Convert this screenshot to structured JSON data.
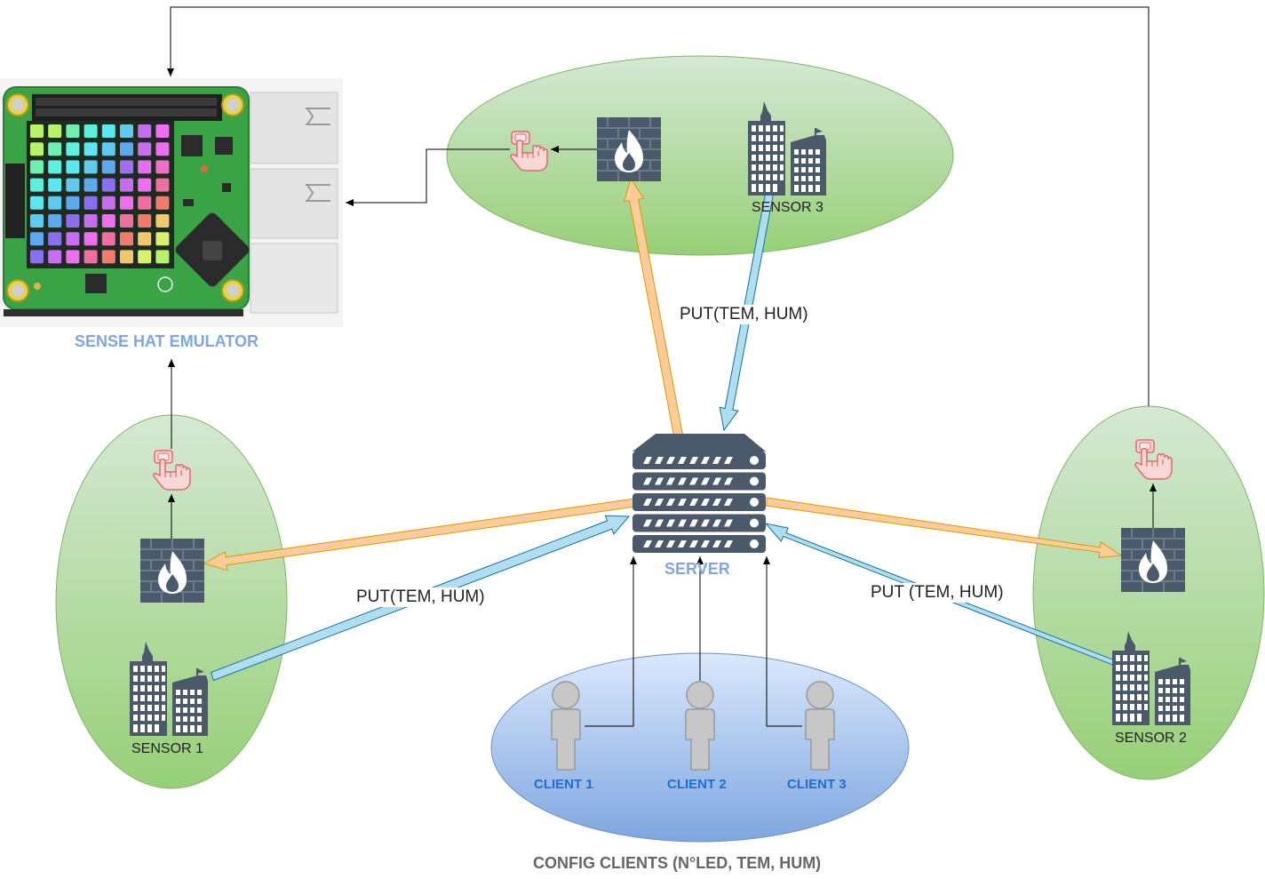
{
  "labels": {
    "sense_hat": "SENSE HAT EMULATOR",
    "server": "SERVER",
    "sensor1": "SENSOR 1",
    "sensor2": "SENSOR 2",
    "sensor3": "SENSOR 3",
    "put_left": "PUT(TEM, HUM)",
    "put_top": "PUT(TEM, HUM)",
    "put_right": "PUT (TEM, HUM)",
    "client1": "CLIENT 1",
    "client2": "CLIENT 2",
    "client3": "CLIENT 3",
    "config": "CONFIG CLIENTS (N°LED, TEM, HUM)"
  },
  "colors": {
    "zone_green_top": "#d5e8d4",
    "zone_green_bottom": "#97d077",
    "zone_blue_top": "#dae8fc",
    "zone_blue_bottom": "#7ea6e0",
    "arrow_orange": "#ffcc99",
    "arrow_blue": "#b1ddf0",
    "label_blue": "#7ea6e0",
    "client_blue": "#1e6ed0",
    "icon_slate": "#4b5a6b",
    "person_gray": "#c7c7c7",
    "board_green": "#3aa346"
  },
  "led_rows": [
    [
      "#b7f36a",
      "#b7f36a",
      "#6ff0b0",
      "#5ef0dc",
      "#5ee6f0",
      "#5ecaf0",
      "#c76ef0",
      "#ee6ef0"
    ],
    [
      "#b7f36a",
      "#6ff0b0",
      "#5ef0dc",
      "#5ee6f0",
      "#5ecaf0",
      "#5ea8f0",
      "#c76ef0",
      "#ee6ef0"
    ],
    [
      "#6ff0b0",
      "#5ef0dc",
      "#5ee6f0",
      "#5ecaf0",
      "#5ea8f0",
      "#a06ef0",
      "#e26ef0",
      "#f06ec8"
    ],
    [
      "#5ef0dc",
      "#5ee6f0",
      "#5ecaf0",
      "#5ea8f0",
      "#8a6ef0",
      "#c76ef0",
      "#ee6ef0",
      "#f06ea0"
    ],
    [
      "#5ee6f0",
      "#5ecaf0",
      "#5ea8f0",
      "#8a6ef0",
      "#c76ef0",
      "#ee6ef0",
      "#f06ea0",
      "#f07c6e"
    ],
    [
      "#5ecaf0",
      "#5ea8f0",
      "#8a6ef0",
      "#c76ef0",
      "#ee6ef0",
      "#f06ea0",
      "#f07c6e",
      "#f0c86e"
    ],
    [
      "#5ea8f0",
      "#8a6ef0",
      "#c76ef0",
      "#ee6ef0",
      "#f06ea0",
      "#f07c6e",
      "#f0c86e",
      "#d8f06e"
    ],
    [
      "#8a6ef0",
      "#c76ef0",
      "#ee6ef0",
      "#f06ea0",
      "#f07c6e",
      "#f0c86e",
      "#d8f06e",
      "#b7f36a"
    ]
  ]
}
